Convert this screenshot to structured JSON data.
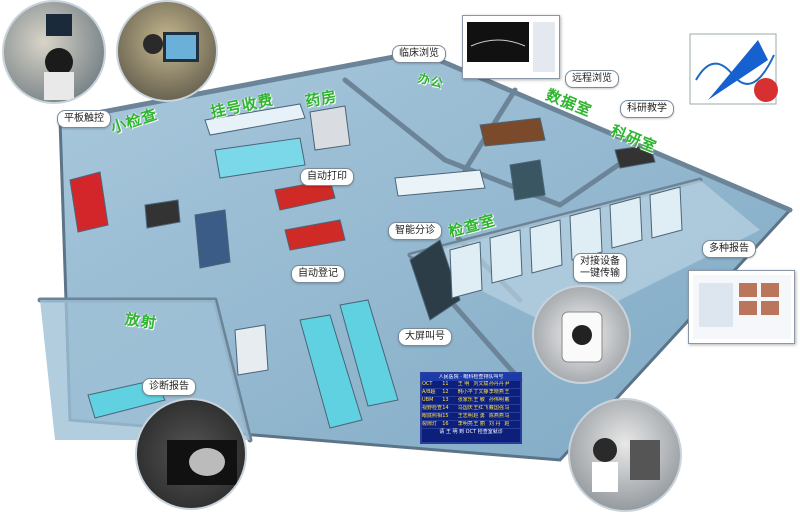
{
  "callouts": {
    "tablet_control": "平板触控",
    "clinical_browse": "临床浏览",
    "remote_browse": "远程浏览",
    "research_teaching": "科研教学",
    "auto_print": "自动打印",
    "smart_triage": "智能分诊",
    "auto_register": "自动登记",
    "device_transfer_line1": "对接设备",
    "device_transfer_line2": "一键传输",
    "multi_report": "多种报告",
    "big_screen_call": "大屏叫号",
    "diagnosis_report": "诊断报告"
  },
  "zones": {
    "small_exam": "小检查",
    "registration_fee": "挂号收费",
    "pharmacy": "药房",
    "office": "办公",
    "data_center": "数据室",
    "research_room": "科研室",
    "exam_room": "检查室",
    "imaging": "放射"
  },
  "queue_board": {
    "header": "人民医院 · 眼科检查排队叫号",
    "rows": [
      [
        "OCT",
        "11",
        "王 明",
        "刘文斌",
        "孙丹丹",
        "尹"
      ],
      [
        "A/B超",
        "12",
        "韩小平",
        "丁文静",
        "李晓燕",
        "王"
      ],
      [
        "UBM",
        "13",
        "张家乐",
        "王 敏",
        "孙伟明",
        "戴"
      ],
      [
        "视野检查",
        "14",
        "马国庆",
        "王红飞",
        "戴国强",
        "马"
      ],
      [
        "眼底照相",
        "15",
        "王志明",
        "赵 勇",
        "陈燕燕",
        "马"
      ],
      [
        "裂隙灯",
        "16",
        "李明亮",
        "王 丽",
        "刘 丹",
        "赵"
      ]
    ],
    "footer": "请 王 明 到 OCT 检查室就诊"
  },
  "colors": {
    "floor": "#8fb6cf",
    "wall_top": "#6f8a9e",
    "zone_text": "#2fb52f",
    "board_bg": "#0c1f7a"
  }
}
